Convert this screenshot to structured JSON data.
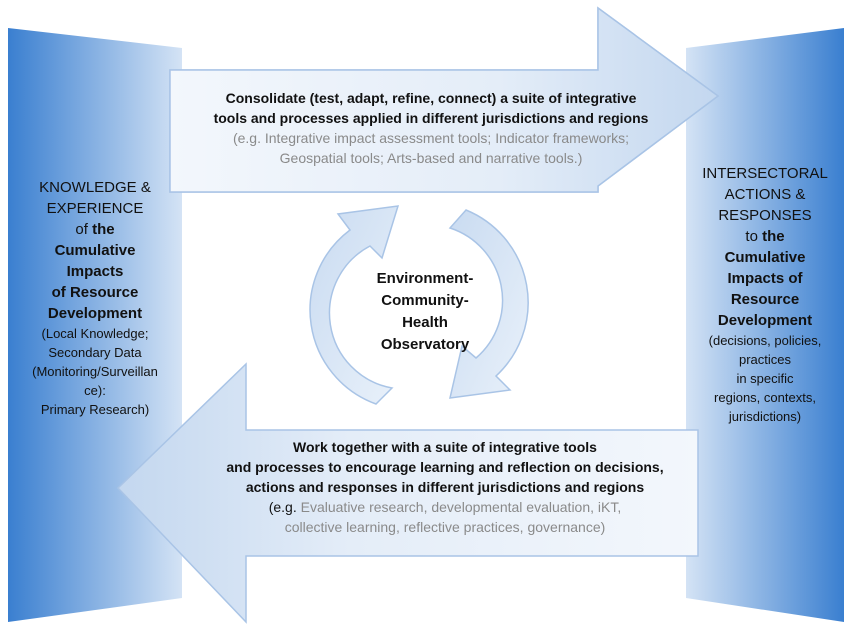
{
  "colors": {
    "panel_dark": "#3a7fd0",
    "panel_light": "#d4e3f5",
    "arrow_light": "#eef4fb",
    "arrow_mid": "#b9d0ec",
    "arrow_stroke": "#a9c4e6",
    "text": "#111111",
    "example_text": "#8a8a8a"
  },
  "left_panel": {
    "line1": "KNOWLEDGE &",
    "line2": "EXPERIENCE",
    "line3_pre": "of",
    "line3_bold": "the",
    "line4": "Cumulative",
    "line5": "Impacts",
    "line6": "of Resource",
    "line7": "Development",
    "sub1": "(Local Knowledge;",
    "sub2": "Secondary Data",
    "sub3": "(Monitoring/Surveillan",
    "sub4": "ce):",
    "sub5": "Primary Research)"
  },
  "right_panel": {
    "line1": "INTERSECTORAL",
    "line2": "ACTIONS &",
    "line3": "RESPONSES",
    "line4_pre": "to",
    "line4_bold": "the",
    "line5": "Cumulative",
    "line6": "Impacts of",
    "line7": "Resource",
    "line8": "Development",
    "sub1": "(decisions, policies,",
    "sub2": "practices",
    "sub3": "in specific",
    "sub4": "regions, contexts,",
    "sub5": "jurisdictions)"
  },
  "top_arrow": {
    "line1": "Consolidate (test, adapt, refine, connect) a suite of integrative",
    "line2": "tools and processes applied in different jurisdictions  and regions",
    "example1": "(e.g. Integrative impact assessment tools; Indicator frameworks;",
    "example2": "Geospatial tools; Arts-based and narrative tools.)"
  },
  "bottom_arrow": {
    "line1": "Work together with a suite of integrative tools",
    "line2": "and processes to encourage learning and reflection on decisions,",
    "line3": "actions and responses in different jurisdictions  and regions",
    "example1_pre": "(e.g.",
    "example1": "Evaluative research, developmental evaluation, iKT,",
    "example2": "collective learning, reflective practices, governance)"
  },
  "center": {
    "line1": "Environment-",
    "line2": "Community-",
    "line3": "Health",
    "line4": "Observatory"
  }
}
